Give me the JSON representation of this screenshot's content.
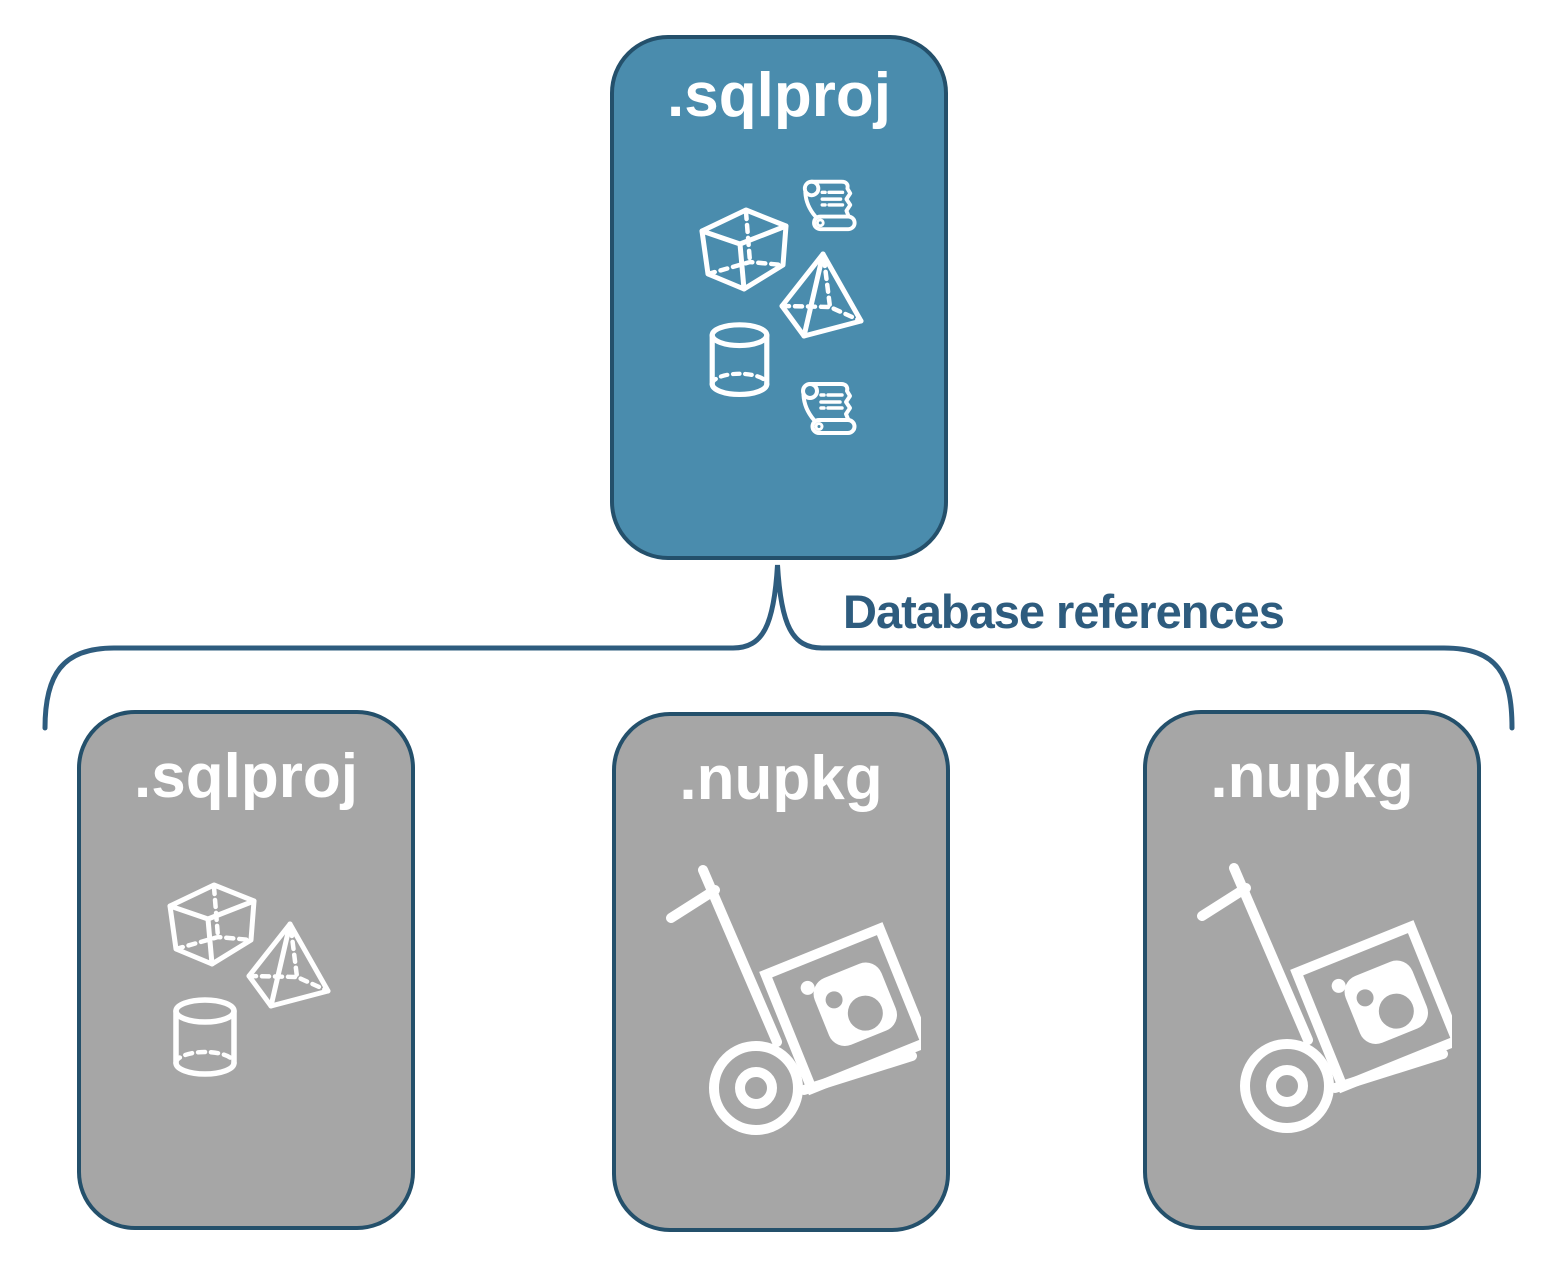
{
  "edge_label": "Database references",
  "root_card": {
    "label": ".sqlproj"
  },
  "children": [
    {
      "label": ".sqlproj"
    },
    {
      "label": ".nupkg"
    },
    {
      "label": ".nupkg"
    }
  ],
  "icons": {
    "root_card": [
      "script-scroll-icon",
      "cube-icon",
      "pyramid-icon",
      "database-cylinder-icon",
      "script-scroll-icon"
    ],
    "child_sqlproj": [
      "cube-icon",
      "pyramid-icon",
      "database-cylinder-icon"
    ],
    "child_nupkg": [
      "hand-truck-package-icon"
    ]
  },
  "colors": {
    "root_card_fill": "#4a8cad",
    "child_card_fill": "#a6a6a6",
    "card_border": "#24506b",
    "connector_and_label": "#2e5c7e",
    "icon_stroke": "#ffffff",
    "background": "#ffffff"
  }
}
